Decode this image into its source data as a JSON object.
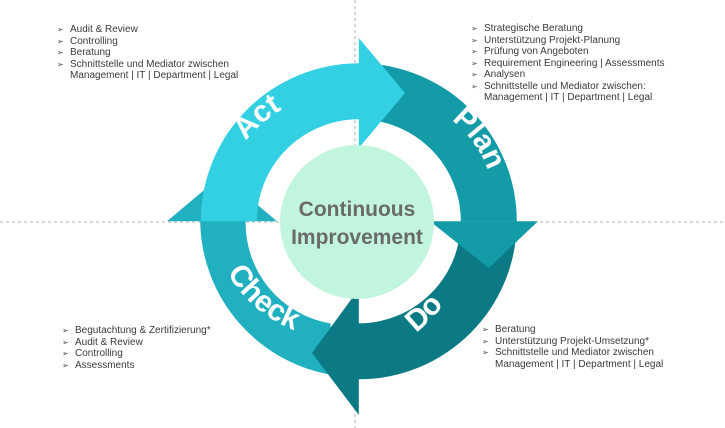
{
  "center": {
    "line1": "Continuous",
    "line2": "Improvement"
  },
  "phases": {
    "act": "Act",
    "plan": "Plan",
    "do": "Do",
    "check": "Check"
  },
  "colors": {
    "act": "#33d0e4",
    "plan": "#149ba8",
    "do": "#0b7a84",
    "check": "#21b0c0",
    "center": "#c2f5dd",
    "center_text": "#6a6a6a",
    "divider": "#9a9a9a"
  },
  "bullet_icon": "arrowhead-bullet-icon",
  "annotations": {
    "act": [
      {
        "text": "Audit & Review"
      },
      {
        "text": "Controlling"
      },
      {
        "text": "Beratung"
      },
      {
        "text": "Schnittstelle und Mediator zwischen",
        "cont": "Management | IT | Department | Legal"
      }
    ],
    "plan": [
      {
        "text": "Strategische Beratung"
      },
      {
        "text": "Unterstützung Projekt-Planung"
      },
      {
        "text": "Prüfung von Angeboten"
      },
      {
        "text": "Requirement Engineering | Assessments"
      },
      {
        "text": "Analysen"
      },
      {
        "text": "Schnittstelle und Mediator zwischen:",
        "cont": "Management | IT | Department | Legal"
      }
    ],
    "do": [
      {
        "text": "Beratung"
      },
      {
        "text": "Unterstützung Projekt-Umsetzung*"
      },
      {
        "text": "Schnittstelle und Mediator zwischen",
        "cont": "Management | IT | Department | Legal"
      }
    ],
    "check": [
      {
        "text": "Begutachtung & Zertifizierung*"
      },
      {
        "text": "Audit & Review"
      },
      {
        "text": "Controlling"
      },
      {
        "text": "Assessments"
      }
    ]
  }
}
